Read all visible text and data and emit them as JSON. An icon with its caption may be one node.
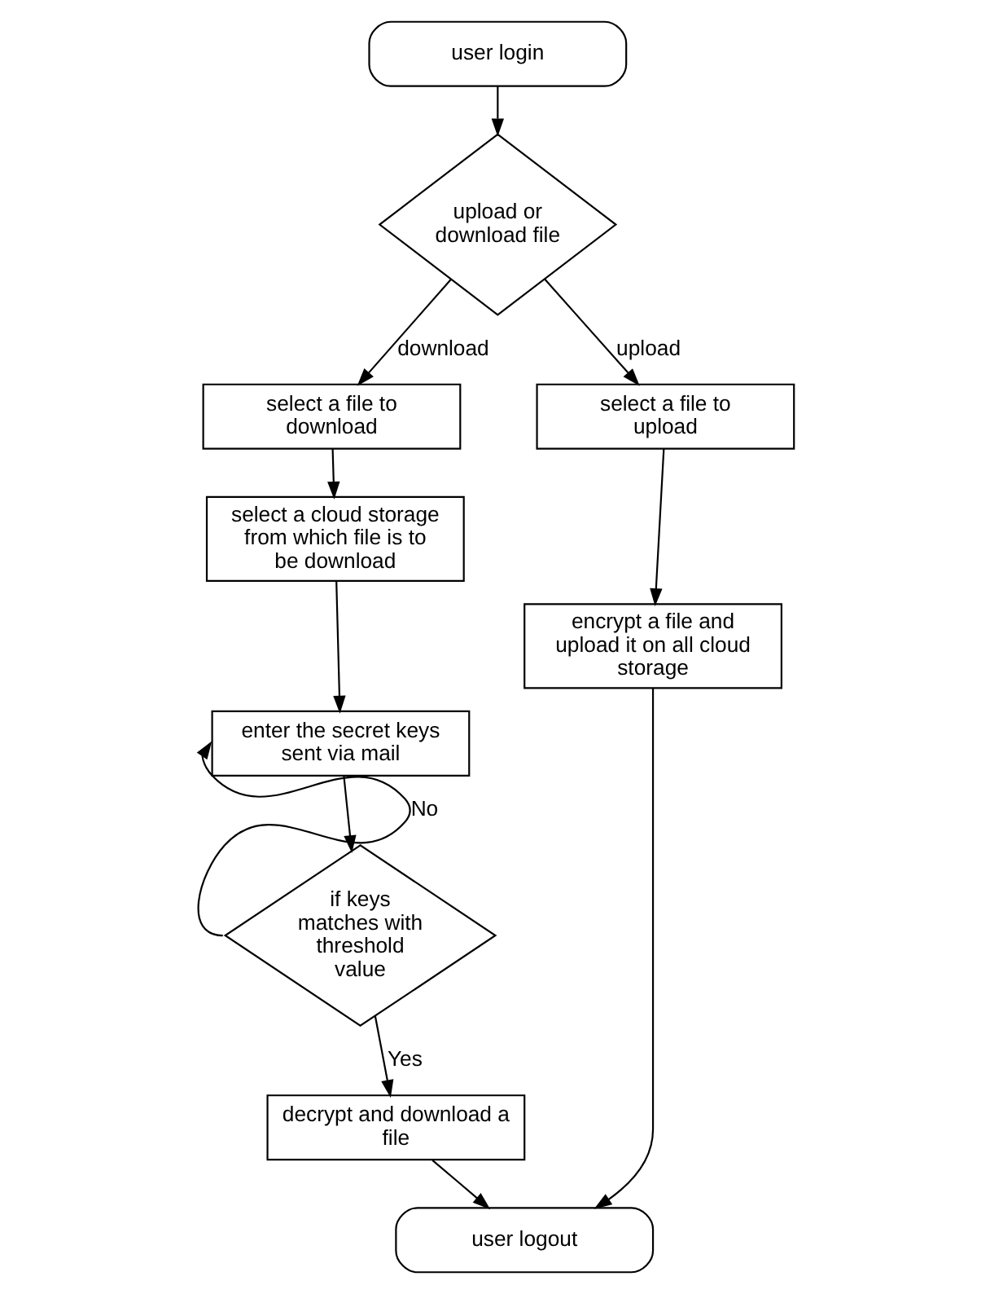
{
  "diagram": {
    "nodes": [
      {
        "text": [
          "user login"
        ]
      },
      {
        "text": [
          "upload or download file"
        ]
      },
      {
        "text": [
          "select a file to download"
        ]
      },
      {
        "text": [
          "select a cloud storage from which file is to be download"
        ]
      },
      {
        "text": [
          "enter the secret keys sent via mail"
        ]
      },
      {
        "text": [
          "if keys matches with threshold value"
        ]
      },
      {
        "text": [
          "decrypt and download a file"
        ]
      },
      {
        "text": [
          "select a file to upload"
        ]
      },
      {
        "text": [
          "encrypt a file and upload it on all cloud storage"
        ]
      },
      {
        "text": [
          "user logout"
        ]
      }
    ],
    "edges": [
      {
        "from": 0,
        "to": 1,
        "arrow": "to"
      },
      {
        "from": 1,
        "to": 2,
        "arrow": "to",
        "label": "download"
      },
      {
        "from": 1,
        "to": 7,
        "arrow": "to",
        "label": "upload"
      },
      {
        "from": 2,
        "to": 3,
        "arrow": "to"
      },
      {
        "from": 3,
        "to": 4,
        "arrow": "to"
      },
      {
        "from": 4,
        "to": 5,
        "arrow": "to"
      },
      {
        "from": 5,
        "to": 4,
        "arrow": "to",
        "label": "No"
      },
      {
        "from": 5,
        "to": 6,
        "arrow": "to",
        "label": "Yes"
      },
      {
        "from": 6,
        "to": 9,
        "arrow": "to"
      },
      {
        "from": 7,
        "to": 8,
        "arrow": "to"
      },
      {
        "from": 8,
        "to": 9,
        "arrow": "to"
      }
    ]
  }
}
